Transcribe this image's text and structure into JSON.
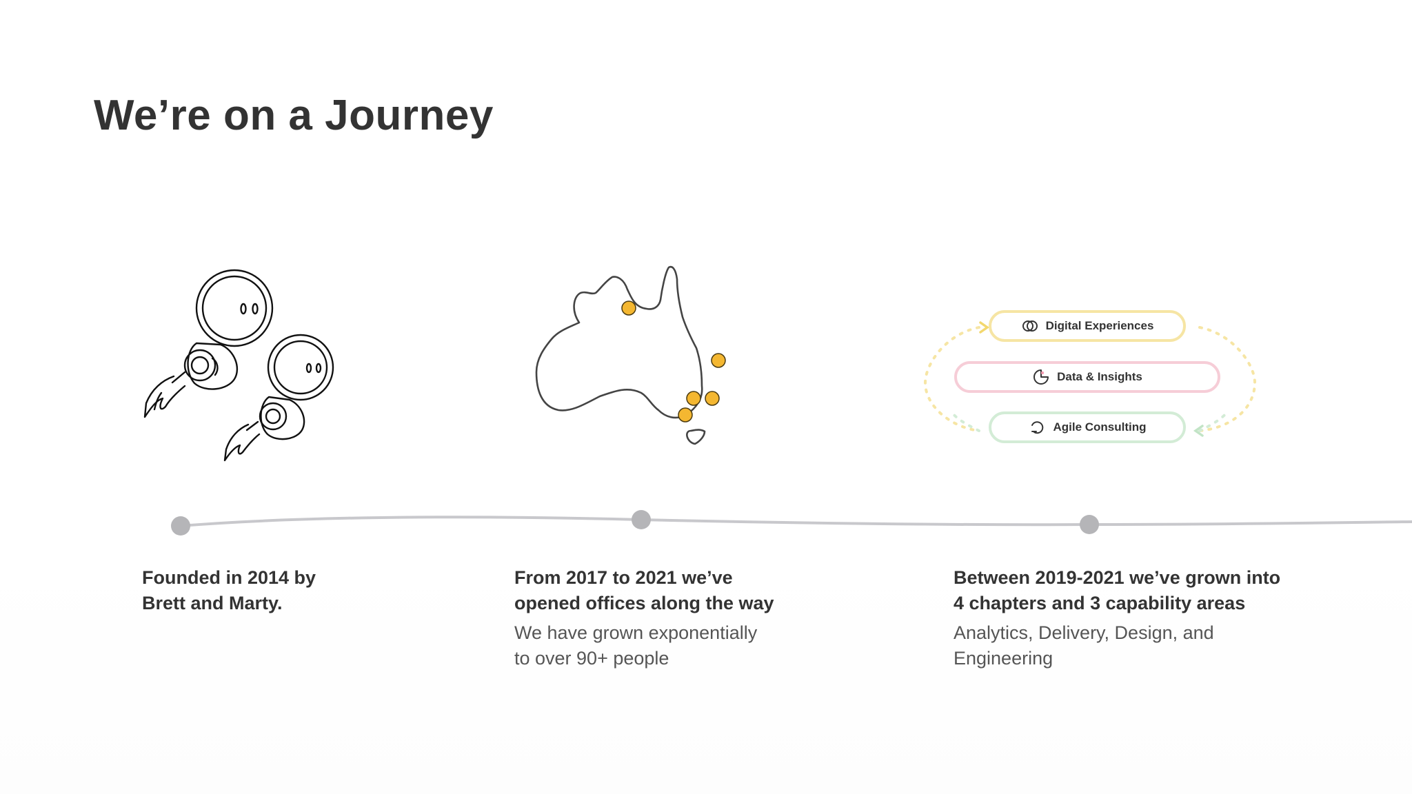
{
  "page": {
    "title": "We’re on a Journey"
  },
  "milestones": [
    {
      "heading": "Founded in 2014 by\nBrett and Marty.",
      "body": ""
    },
    {
      "heading": "From 2017 to 2021 we’ve\nopened offices along the way",
      "body": "We have grown exponentially\nto over 90+ people"
    },
    {
      "heading": "Between 2019-2021 we’ve grown into\n4 chapters and 3 capability areas",
      "body": "Analytics, Delivery, Design, and\nEngineering"
    }
  ],
  "capabilities": [
    {
      "label": "Digital Experiences",
      "icon": "overlapping-circles-icon",
      "color": "#f6e5a4"
    },
    {
      "label": "Data & Insights",
      "icon": "pie-chart-icon",
      "color": "#f6cdd7"
    },
    {
      "label": "Agile Consulting",
      "icon": "cycle-arrow-icon",
      "color": "#d3ecd6"
    }
  ],
  "colors": {
    "office_marker": "#f4b731",
    "timeline": "#c8c8cc",
    "timeline_node": "#b5b5b8",
    "text": "#333333"
  }
}
